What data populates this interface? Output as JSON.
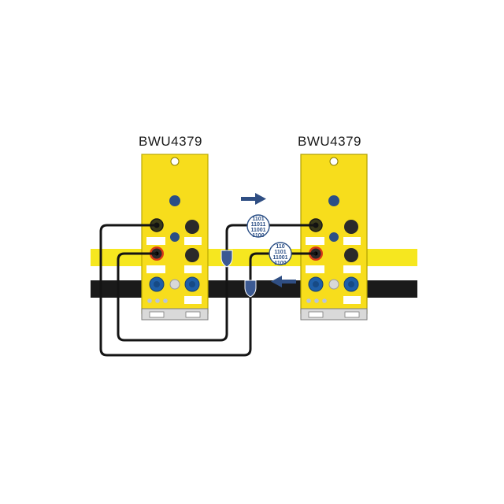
{
  "devices": [
    {
      "label": "BWU4379"
    },
    {
      "label": "BWU4379"
    }
  ],
  "data_bubbles": [
    {
      "lines": [
        "1101",
        "11011",
        "11001",
        "1100"
      ]
    },
    {
      "lines": [
        "110",
        "1101",
        "11001",
        "1100"
      ]
    }
  ],
  "colors": {
    "device_body": "#f7dd1c",
    "device_border": "#b0a000",
    "cable_yellow": "#f6e71f",
    "cable_black": "#1a1a1a",
    "wire": "#141414",
    "arrow": "#2f4e83",
    "shield": "#3c5a93",
    "port_blue": "#1f5fa8",
    "port_dark": "#2a2a2a",
    "port_red": "#d63a1a"
  },
  "icons": [
    "arrow-right-icon",
    "arrow-left-icon",
    "shield-icon",
    "binary-data-icon"
  ]
}
